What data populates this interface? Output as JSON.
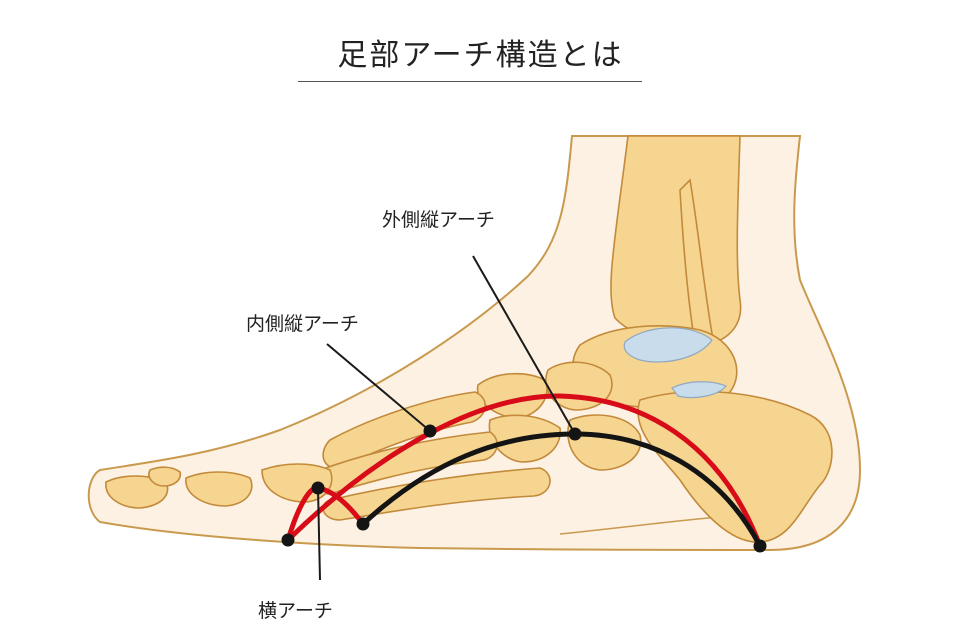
{
  "title": "足部アーチ構造とは",
  "labels": {
    "lateral_longitudinal_arch": "外側縦アーチ",
    "medial_longitudinal_arch": "内側縦アーチ",
    "transverse_arch": "横アーチ"
  },
  "colors": {
    "skin_fill": "#FCF1E2",
    "skin_outline": "#C99A4E",
    "bone_fill": "#F6D591",
    "bone_outline": "#C28A3A",
    "cartilage": "#C9DCEB",
    "medial_arch": "#D80C18",
    "lateral_arch": "#141414",
    "leader_line": "#1A1A1A"
  }
}
